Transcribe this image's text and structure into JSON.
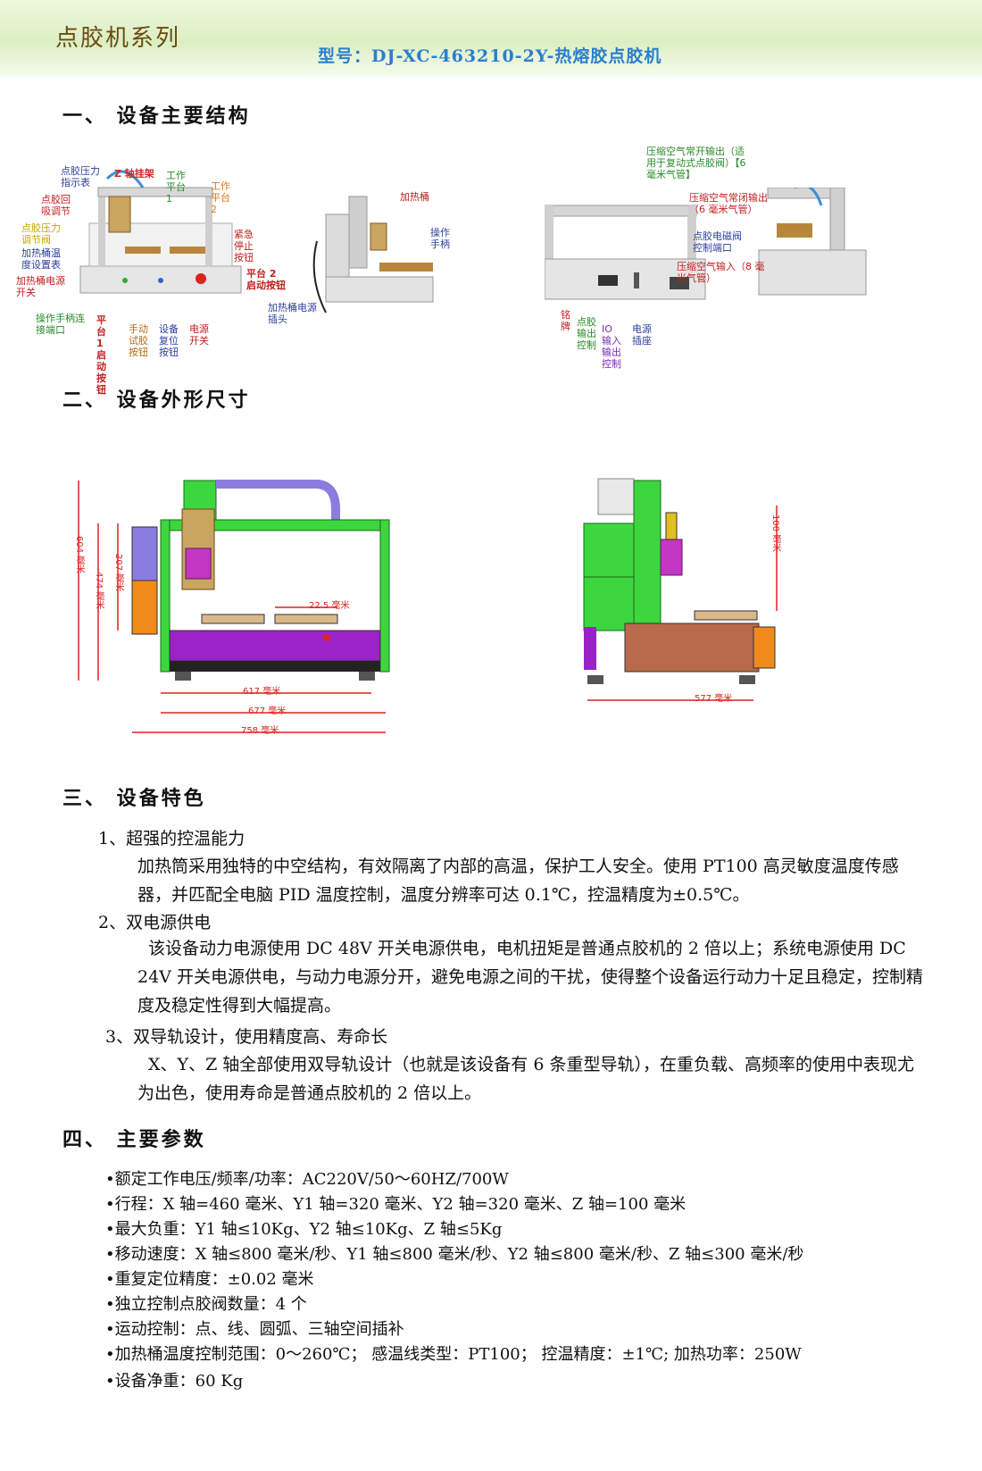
{
  "header": {
    "series": "点胶机系列",
    "model": "型号：DJ-XC-463210-2Y-热熔胶点胶机"
  },
  "sections": {
    "s1": "一、 设备主要结构",
    "s2": "二、 设备外形尺寸",
    "s3": "三、 设备特色",
    "s4": "四、 主要参数"
  },
  "structure_labels": {
    "l1": "点胶压力指示表",
    "l2": "Z 轴挂架",
    "l3": "工作平台 1",
    "l4": "工作平台 2",
    "l5": "点胶回吸调节",
    "l6": "点胶压力调节阀",
    "l7": "加热桶温度设置表",
    "l8": "加热桶电源开关",
    "l9": "紧急停止按钮",
    "l10": "平台 2 启动按钮",
    "l11": "操作手柄连接端口",
    "l12": "平台1启动按钮",
    "l13": "手动试胶按钮",
    "l14": "设备复位按钮",
    "l15": "电源开关",
    "l16": "加热桶",
    "l17": "操作手柄",
    "l18": "加热桶电源插头",
    "l19": "压缩空气常开输出（适用于复动式点胶阀）【6毫米气管】",
    "l20": "压缩空气常闭输出（6 毫米气管）",
    "l21": "点胶电磁阀控制端口",
    "l22": "压缩空气输入（8 毫米气管）",
    "l23": "铭牌",
    "l24": "点胶输出控制",
    "l25": "IO 输入输出控制",
    "l26": "电源插座"
  },
  "dimensions": {
    "h604": "604 毫米",
    "h474": "474 毫米",
    "h207": "207 毫米",
    "w225": "22.5 毫米",
    "w617": "617 毫米",
    "w677": "677 毫米",
    "w758": "758 毫米",
    "h100": "100 毫米",
    "w577": "577 毫米"
  },
  "features": [
    {
      "title": "1、超强的控温能力",
      "body": "加热筒采用独特的中空结构，有效隔离了内部的高温，保护工人安全。使用 PT100 高灵敏度温度传感器，并匹配全电脑 PID 温度控制，温度分辨率可达 0.1℃，控温精度为±0.5℃。"
    },
    {
      "title": "2、双电源供电",
      "body": "该设备动力电源使用 DC 48V 开关电源供电，电机扭矩是普通点胶机的 2 倍以上；系统电源使用 DC 24V 开关电源供电，与动力电源分开，避免电源之间的干扰，使得整个设备运行动力十足且稳定，控制精度及稳定性得到大幅提高。"
    },
    {
      "title": "3、双导轨设计，使用精度高、寿命长",
      "body": "X、Y、Z 轴全部使用双导轨设计（也就是该设备有 6 条重型导轨），在重负载、高频率的使用中表现尤为出色，使用寿命是普通点胶机的 2 倍以上。"
    }
  ],
  "params": [
    "•额定工作电压/频率/功率：AC220V/50～60HZ/700W",
    "•行程：X 轴=460 毫米、Y1 轴=320 毫米、Y2 轴=320 毫米、Z 轴=100 毫米",
    "•最大负重：Y1 轴≤10Kg、Y2 轴≤10Kg、Z 轴≤5Kg",
    "•移动速度：X 轴≤800 毫米/秒、Y1 轴≤800 毫米/秒、Y2 轴≤800 毫米/秒、Z 轴≤300 毫米/秒",
    "•重复定位精度：±0.02 毫米",
    "•独立控制点胶阀数量：4 个",
    "•运动控制：点、线、圆弧、三轴空间插补",
    "•加热桶温度控制范围：0～260℃； 感温线类型：PT100； 控温精度：±1℃; 加热功率：250W",
    "•设备净重：60 Kg"
  ],
  "colors": {
    "model_blue": "#2a7fd0",
    "banner_brown": "#6b4a12",
    "dim_red": "#e02020",
    "frame_green": "#3ed63e",
    "frame_purple": "#9a22c8"
  }
}
